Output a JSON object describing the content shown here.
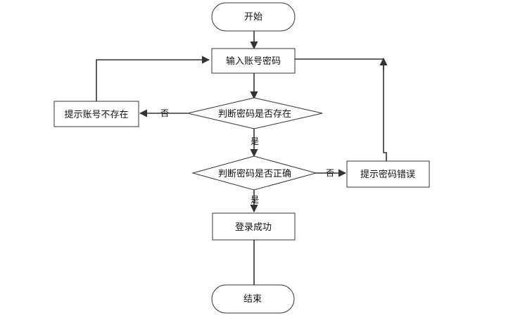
{
  "nodes": {
    "start": "开始",
    "input_account": "输入账号密码",
    "check_exists": "判断密码是否存在",
    "account_missing": "提示账号不存在",
    "check_correct": "判断密码是否正确",
    "password_wrong": "提示密码错误",
    "login_success": "登录成功",
    "end": "结束"
  },
  "edges": {
    "exists_no": "否",
    "exists_yes": "是",
    "correct_no": "否",
    "correct_yes": "是"
  }
}
